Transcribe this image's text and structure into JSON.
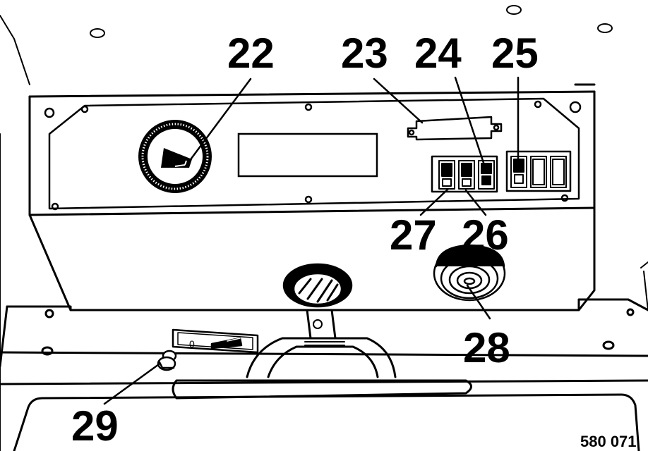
{
  "diagram": {
    "callouts": [
      {
        "id": "22",
        "label": "22",
        "part": "rotary-knob"
      },
      {
        "id": "23",
        "label": "23",
        "part": "upper-slot"
      },
      {
        "id": "24",
        "label": "24",
        "part": "rocker-switch-right-group-left"
      },
      {
        "id": "25",
        "label": "25",
        "part": "rocker-switch-right-block"
      },
      {
        "id": "26",
        "label": "26",
        "part": "rocker-switch-middle"
      },
      {
        "id": "27",
        "label": "27",
        "part": "rocker-switch-left"
      },
      {
        "id": "28",
        "label": "28",
        "part": "round-loudspeaker"
      },
      {
        "id": "29",
        "label": "29",
        "part": "small-knob"
      }
    ],
    "figure_ref": "580 071",
    "small_marking": "0"
  }
}
